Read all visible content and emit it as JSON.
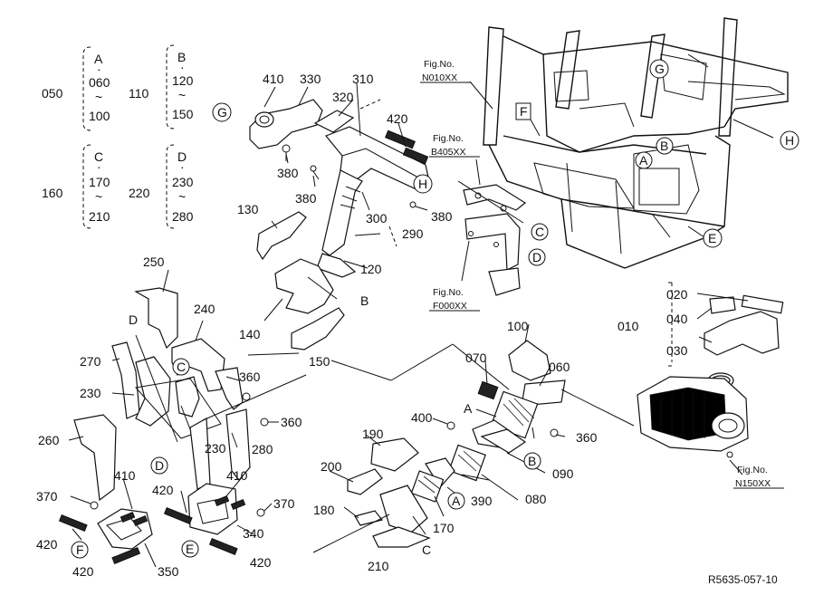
{
  "variants": {
    "group1": {
      "ref": "050",
      "letter": "A",
      "start": "060",
      "end": "100"
    },
    "group2": {
      "ref": "110",
      "letter": "B",
      "start": "120",
      "end": "150"
    },
    "group3": {
      "ref": "160",
      "letter": "C",
      "start": "170",
      "end": "210"
    },
    "group4": {
      "ref": "220",
      "letter": "D",
      "start": "230",
      "end": "280"
    },
    "dot": "·",
    "tilde": "~"
  },
  "figrefs": {
    "n010": {
      "line1": "Fig.No.",
      "line2": "N010XX"
    },
    "b405": {
      "line1": "Fig.No.",
      "line2": "B405XX"
    },
    "f000": {
      "line1": "Fig.No.",
      "line2": "F000XX"
    },
    "n150": {
      "line1": "Fig.No.",
      "line2": "N150XX"
    }
  },
  "circled": {
    "G": "G",
    "F": "F",
    "H": "H",
    "E": "E",
    "A": "A",
    "B": "B",
    "C": "C",
    "D": "D"
  },
  "parts": {
    "p410": "410",
    "p330": "330",
    "p310": "310",
    "p320": "320",
    "p380": "380",
    "p420": "420",
    "p300": "300",
    "p290": "290",
    "p130": "130",
    "p120": "120",
    "p140": "140",
    "p150": "150",
    "p250": "250",
    "p240": "240",
    "p270": "270",
    "p230": "230",
    "p260": "260",
    "p280": "280",
    "p360": "360",
    "p370": "370",
    "p340": "340",
    "p350": "350",
    "p100": "100",
    "p070": "070",
    "p060": "060",
    "p400": "400",
    "p190": "190",
    "p200": "200",
    "p180": "180",
    "p170": "170",
    "p210": "210",
    "p390": "390",
    "p080": "080",
    "p090": "090",
    "p010": "010",
    "p020": "020",
    "p040": "040",
    "p030": "030"
  },
  "plainletters": {
    "A": "A",
    "B": "B",
    "C": "C",
    "D": "D"
  },
  "diagram_code": "R5635-057-10"
}
